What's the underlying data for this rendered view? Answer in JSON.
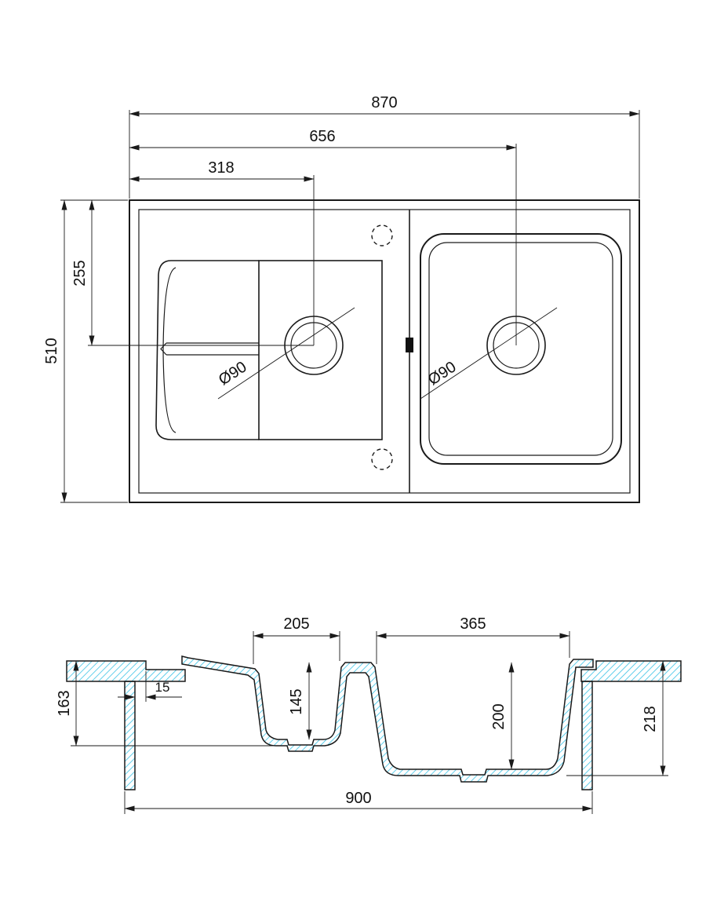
{
  "top_view": {
    "overall_width": "870",
    "right_drain_offset": "656",
    "left_drain_offset": "318",
    "overall_depth": "510",
    "drain_center_depth": "255",
    "left_drain_diameter": "Ø90",
    "right_drain_diameter": "Ø90"
  },
  "section_view": {
    "left_bowl_width": "205",
    "right_bowl_width": "365",
    "left_outer_height": "163",
    "rim_offset": "15",
    "left_bowl_depth": "145",
    "right_bowl_depth": "200",
    "right_outer_height": "218",
    "overall_width": "900"
  },
  "colors": {
    "hatch": "#3cc3e6",
    "line": "#1a1a1a"
  }
}
